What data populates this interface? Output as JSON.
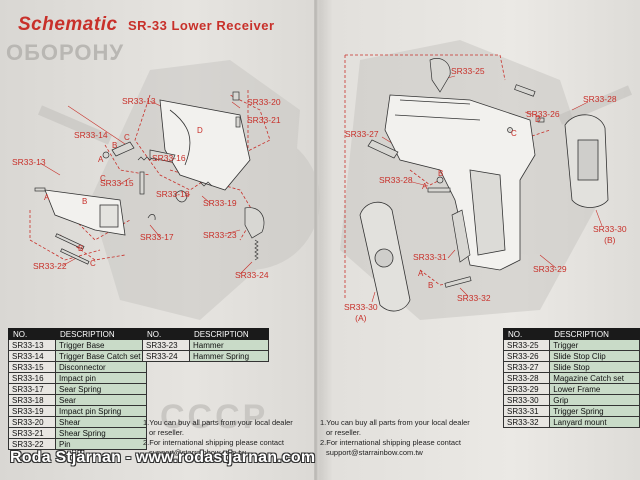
{
  "title": {
    "main": "Schematic",
    "sub": "SR-33 Lower Receiver"
  },
  "background_text": {
    "top": "ОБОРОНУ",
    "bottom": "CCCP"
  },
  "callouts": {
    "sr33_13_a": "SR33-13",
    "sr33_13_b": "SR33-13",
    "sr33_14": "SR33-14",
    "sr33_15": "SR33-15",
    "sr33_16": "SR33-16",
    "sr33_17": "SR33-17",
    "sr33_18": "SR33-18",
    "sr33_19": "SR33-19",
    "sr33_20": "SR33-20",
    "sr33_21": "SR33-21",
    "sr33_22": "SR33-22",
    "sr33_23": "SR33-23",
    "sr33_24": "SR33-24",
    "sr33_25": "SR33-25",
    "sr33_26": "SR33-26",
    "sr33_27": "SR33-27",
    "sr33_28_a": "SR33-28",
    "sr33_28_b": "SR33-28",
    "sr33_29": "SR33-29",
    "sr33_30_a": "SR33-30",
    "sr33_30_a_sub": "(A)",
    "sr33_30_b": "SR33-30",
    "sr33_30_b_sub": "(B)",
    "sr33_31": "SR33-31",
    "sr33_32": "SR33-32"
  },
  "letters": {
    "a": "A",
    "b": "B",
    "c": "C",
    "d": "D"
  },
  "tables": {
    "left": {
      "headers": [
        "NO.",
        "DESCRIPTION"
      ],
      "rows": [
        [
          "SR33-13",
          "Trigger Base"
        ],
        [
          "SR33-14",
          "Trigger Base Catch set"
        ],
        [
          "SR33-15",
          "Disconnector"
        ],
        [
          "SR33-16",
          "Impact pin"
        ],
        [
          "SR33-17",
          "Sear Spring"
        ],
        [
          "SR33-18",
          "Sear"
        ],
        [
          "SR33-19",
          "Impact pin Spring"
        ],
        [
          "SR33-20",
          "Shear"
        ],
        [
          "SR33-21",
          "Shear Spring"
        ],
        [
          "SR33-22",
          "Pin"
        ]
      ]
    },
    "middle": {
      "headers": [
        "NO.",
        "DESCRIPTION"
      ],
      "rows": [
        [
          "SR33-23",
          "Hammer"
        ],
        [
          "SR33-24",
          "Hammer Spring"
        ]
      ]
    },
    "right": {
      "headers": [
        "NO.",
        "DESCRIPTION"
      ],
      "rows": [
        [
          "SR33-25",
          "Trigger"
        ],
        [
          "SR33-26",
          "Slide Stop Clip"
        ],
        [
          "SR33-27",
          "Slide Stop"
        ],
        [
          "SR33-28",
          "Magazine Catch set"
        ],
        [
          "SR33-29",
          "Lower Frame"
        ],
        [
          "SR33-30",
          "Grip"
        ],
        [
          "SR33-31",
          "Trigger Spring"
        ],
        [
          "SR33-32",
          "Lanyard mount"
        ]
      ]
    }
  },
  "notes": {
    "left": [
      "1.You can buy all parts from your local dealer",
      "  or reseller.",
      "2.For international shipping please contact",
      "  support@starrainbow.com.tw"
    ],
    "right": [
      "1.You can buy all parts from your local dealer",
      "  or reseller.",
      "2.For international shipping please contact",
      "  support@starrainbow.com.tw"
    ]
  },
  "footer": "Roda Stjärnan - www.rodastjarnan.com",
  "colors": {
    "accent": "#c8302a",
    "table_header": "#1a1a1a",
    "table_desc": "#c9dbc8",
    "table_no": "#e8e6e2"
  }
}
